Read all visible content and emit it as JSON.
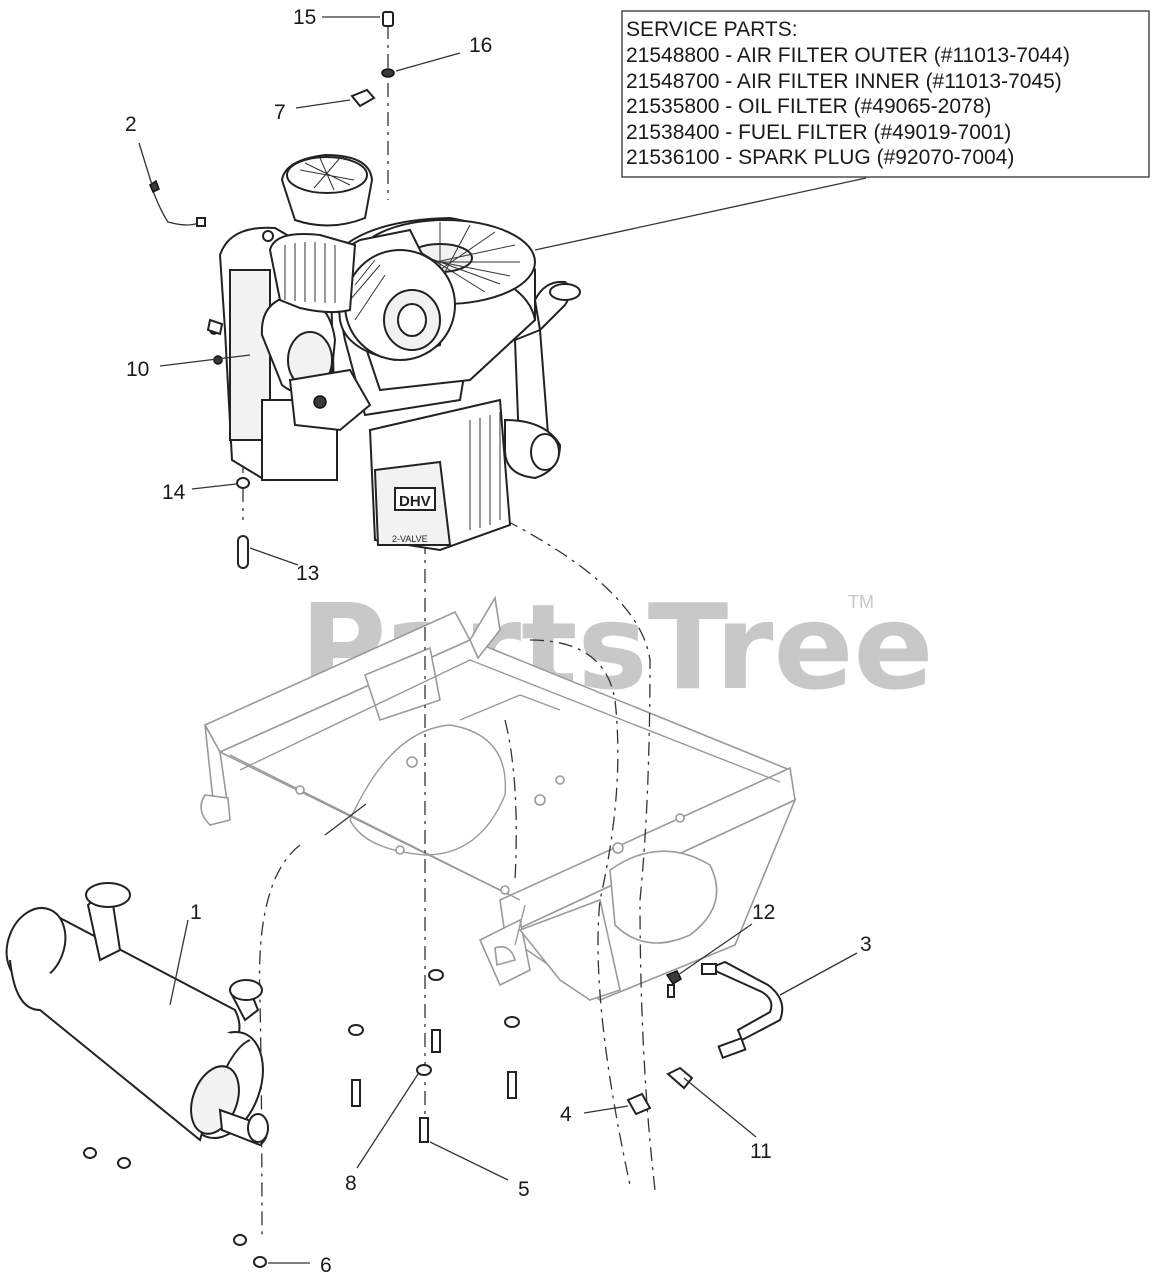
{
  "watermark": {
    "brand": "PartsTree",
    "trademark": "TM"
  },
  "service_parts": {
    "title": "SERVICE PARTS:",
    "items": [
      "21548800 - AIR FILTER OUTER (#11013-7044)",
      "21548700 - AIR FILTER INNER (#11013-7045)",
      "21535800 - OIL FILTER (#49065-2078)",
      "21538400 - FUEL FILTER (#49019-7001)",
      "21536100 - SPARK PLUG (#92070-7004)"
    ]
  },
  "engine_badge": {
    "model": "DHV",
    "tag": "2-VALVE"
  },
  "callouts": [
    {
      "id": "callout-15",
      "label": "15"
    },
    {
      "id": "callout-16",
      "label": "16"
    },
    {
      "id": "callout-7",
      "label": "7"
    },
    {
      "id": "callout-2",
      "label": "2"
    },
    {
      "id": "callout-10",
      "label": "10"
    },
    {
      "id": "callout-14",
      "label": "14"
    },
    {
      "id": "callout-13",
      "label": "13"
    },
    {
      "id": "callout-1",
      "label": "1"
    },
    {
      "id": "callout-12",
      "label": "12"
    },
    {
      "id": "callout-3",
      "label": "3"
    },
    {
      "id": "callout-4",
      "label": "4"
    },
    {
      "id": "callout-11",
      "label": "11"
    },
    {
      "id": "callout-8",
      "label": "8"
    },
    {
      "id": "callout-5",
      "label": "5"
    },
    {
      "id": "callout-6",
      "label": "6"
    }
  ]
}
